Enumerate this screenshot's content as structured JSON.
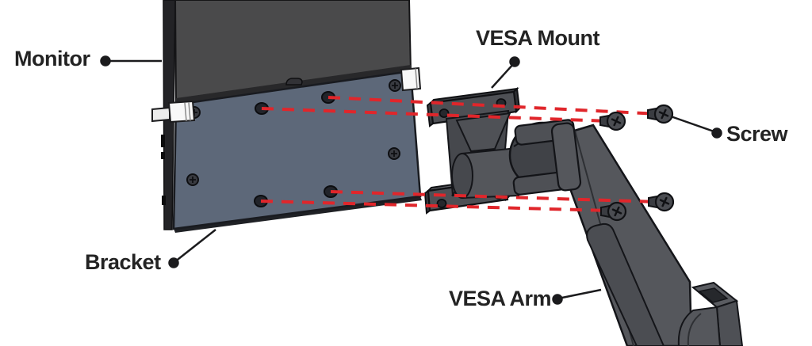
{
  "diagram": {
    "labels": {
      "monitor": "Monitor",
      "vesa_mount": "VESA Mount",
      "screw": "Screw",
      "bracket": "Bracket",
      "vesa_arm": "VESA Arm"
    },
    "colors": {
      "background": "#ffffff",
      "alignment_dashes": "#e0262b",
      "monitor_panel": "#4a4a4b",
      "monitor_edge": "#232326",
      "bracket_plate": "#5d6879",
      "hardware_gray": "#55575c",
      "hardware_dark": "#46484d",
      "clip_white": "#f8f8f8",
      "outline": "#141519",
      "label_text": "#232323"
    }
  }
}
